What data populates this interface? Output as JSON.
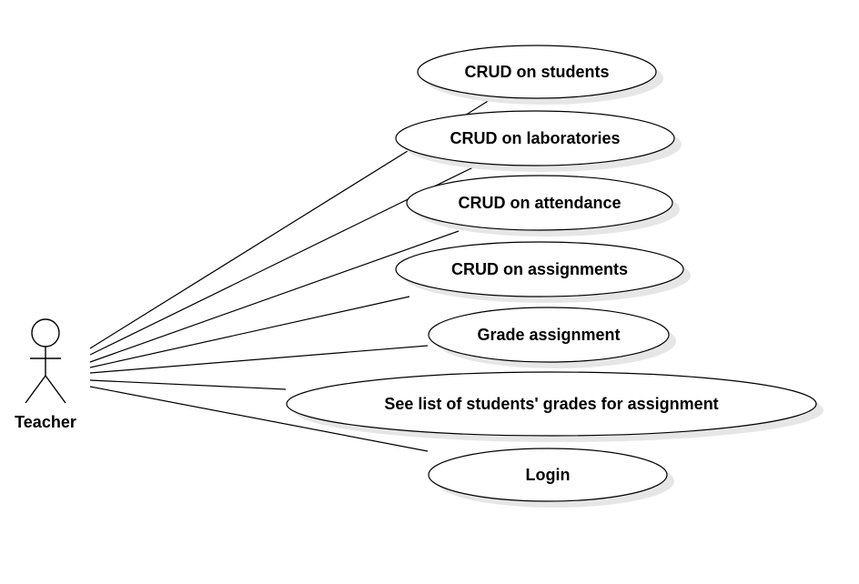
{
  "actor": {
    "name": "Teacher"
  },
  "use_cases": [
    {
      "label": "CRUD on students"
    },
    {
      "label": "CRUD on laboratories"
    },
    {
      "label": "CRUD on attendance"
    },
    {
      "label": "CRUD on assignments"
    },
    {
      "label": "Grade assignment"
    },
    {
      "label": "See list of students' grades for assignment"
    },
    {
      "label": "Login"
    }
  ]
}
